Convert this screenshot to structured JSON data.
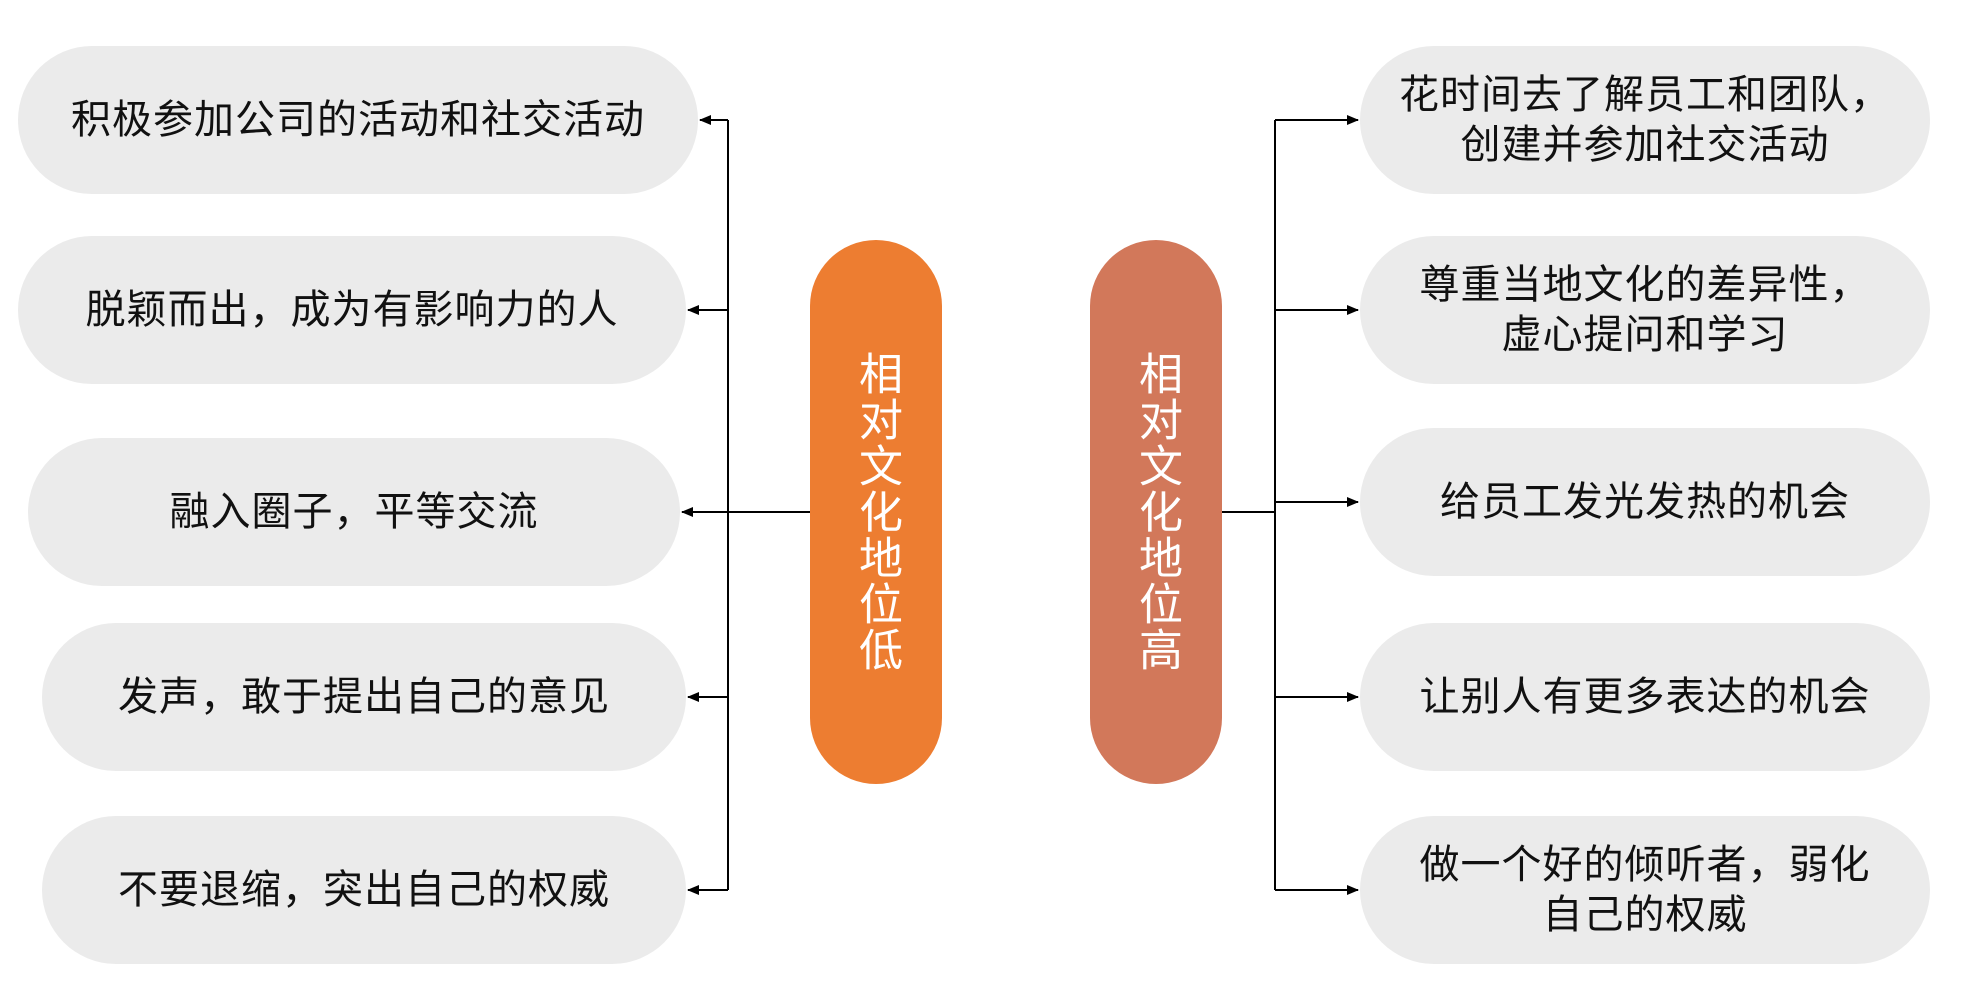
{
  "colors": {
    "left_center": "#ed7d31",
    "right_center": "#d2785a",
    "item_fill": "#ebebeb",
    "connector": "#000000"
  },
  "left": {
    "title": "相对文化地位低",
    "items": [
      "积极参加公司的活动和社交活动",
      "脱颖而出，成为有影响力的人",
      "融入圈子，平等交流",
      "发声，敢于提出自己的意见",
      "不要退缩，突出自己的权威"
    ]
  },
  "right": {
    "title": "相对文化地位高",
    "items": [
      "花时间去了解员工和团队，\n创建并参加社交活动",
      "尊重当地文化的差异性，\n虚心提问和学习",
      "给员工发光发热的机会",
      "让别人有更多表达的机会",
      "做一个好的倾听者，弱化\n自己的权威"
    ]
  }
}
